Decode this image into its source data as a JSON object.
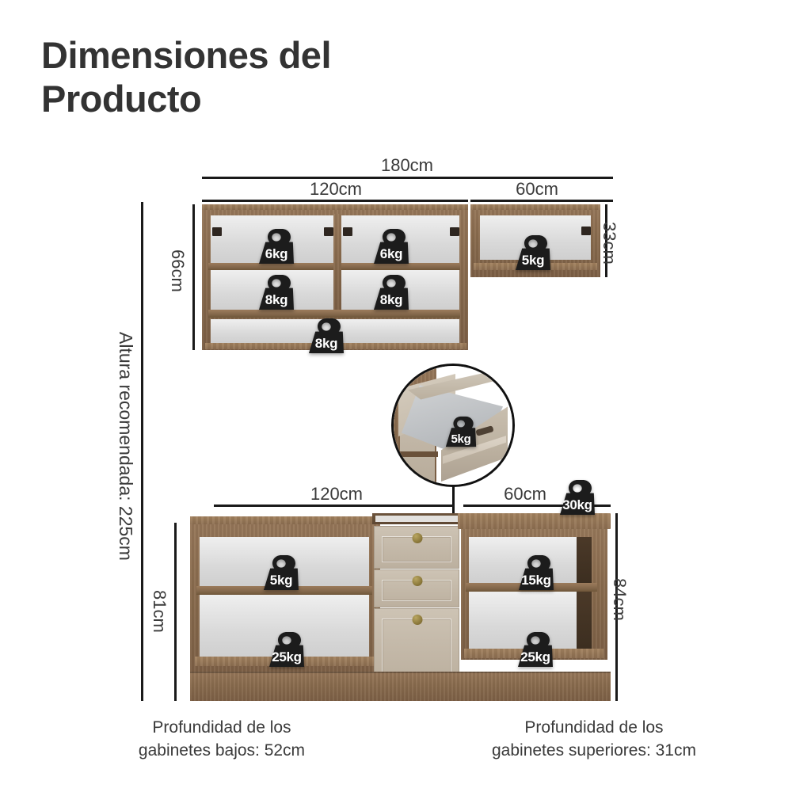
{
  "title": "Dimensiones del Producto",
  "dimensions": {
    "upper_total_width": "180cm",
    "upper_left_width": "120cm",
    "upper_right_width": "60cm",
    "upper_left_height": "66cm",
    "upper_right_height": "33cm",
    "recommended_height": "Altura recomendada: 225cm",
    "lower_left_width": "120cm",
    "lower_right_width": "60cm",
    "lower_left_height": "81cm",
    "lower_right_height": "84cm"
  },
  "weights": {
    "upper_shelf_top_left": "6kg",
    "upper_shelf_top_right": "6kg",
    "upper_shelf_mid_left": "8kg",
    "upper_shelf_mid_right": "8kg",
    "upper_shelf_bottom": "8kg",
    "upper_right_cabinet": "5kg",
    "drawer_detail": "5kg",
    "lower_left_upper_shelf": "5kg",
    "lower_left_bottom_shelf": "25kg",
    "lower_right_upper_shelf": "15kg",
    "lower_right_bottom_shelf": "25kg",
    "countertop": "30kg"
  },
  "captions": {
    "lower_depth": "Profundidad de los\ngabinetes bajos: 52cm",
    "upper_depth": "Profundidad de los\ngabinetes superiores: 31cm"
  },
  "colors": {
    "text": "#3a3a3a",
    "line": "#1a1a1a",
    "wood": "#8a6c4e",
    "drawer": "#c4b9a9",
    "badge": "#1c1c1c"
  }
}
